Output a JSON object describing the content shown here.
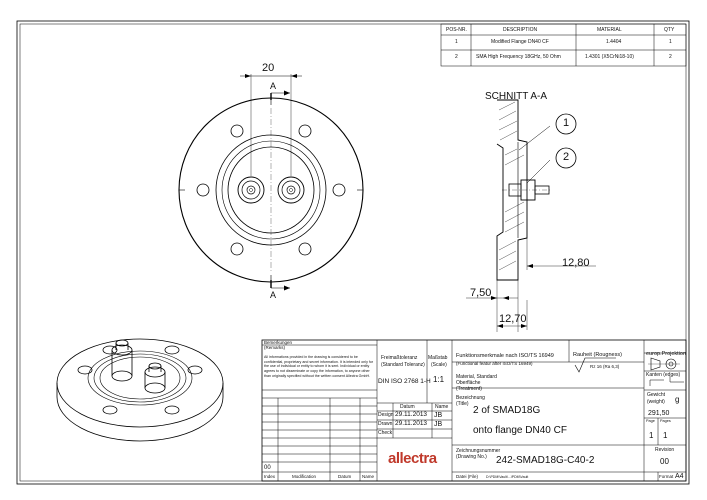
{
  "parts_list": {
    "headers": {
      "pos": "POS-NR.",
      "desc": "DESCRIPTION",
      "material": "MATERIAL",
      "qty": "QTY"
    },
    "rows": [
      {
        "pos": "1",
        "desc": "Modified Flange DN40 CF",
        "material": "1.4404",
        "qty": "1"
      },
      {
        "pos": "2",
        "desc": "SMA High Frequency 18GHz, 50 Ohm",
        "material": "1.4301 (X5CrNi18-10)",
        "qty": "2"
      }
    ]
  },
  "drawing": {
    "section_title": "SCHNITT A-A",
    "section_marker": "A",
    "dim_top": "20",
    "dim_1280": "12,80",
    "dim_750": "7,50",
    "dim_1270": "12,70",
    "balloon_1": "1",
    "balloon_2": "2"
  },
  "title_block": {
    "remarks_label": "Bemerkungen",
    "remarks_label_en": "(Remarks)",
    "disclaimer": "All informations provided in the drawing is considered to be confidential, proprietary and secret information. It is intended only for the use of individual or entity to whom it is sent. Individual or entity agrees to not disseminate or copy the information, to anyone other than originally specified without the written consent Allectra GmbH.",
    "tolerance_label": "Freimaßtoleranz",
    "tolerance_label_en": "(Standard Toleranz)",
    "tolerance_value": "DIN ISO 2768 1-H",
    "scale_label": "Maßstab",
    "scale_label_en": "(Scale)",
    "scale_value": "1:1",
    "function_label": "Funktionsmerkmale nach ISO/TS 16949",
    "function_label_en": "(Functional featur after ISO/TS 16949)",
    "roughness_label": "Rauheit (Rougness)",
    "roughness_value": "Rz 16 (Ra 6,3)",
    "projection_label": "europ.Projektion",
    "material_label": "Material, Standard",
    "surface_label": "Oberfläche",
    "treatment_label": "(Treatment)",
    "edges_label": "Kanten (edges)",
    "weight_label": "Gewicht",
    "weight_label_en": "(weight)",
    "weight_unit": "g",
    "weight_value": "291,50",
    "page_label": "Page",
    "pages_label": "Pages",
    "page_value": "1",
    "pages_value": "1",
    "datum_label": "Datum",
    "name_label": "Name",
    "design_label": "Design",
    "design_date": "29.11.2013",
    "design_name": "JB",
    "drawn_label": "Drawn",
    "drawn_date": "29.11.2013",
    "drawn_name": "JB",
    "check_label": "Check",
    "designation_label": "Bezeichnung",
    "designation_label_en": "(Title)",
    "title_line1": "2 of SMAD18G",
    "title_line2": "onto flange DN40 CF",
    "drawing_number_label": "Zeichnungsnummer",
    "drawing_number_label_en": "(Drawing No.)",
    "drawing_number": "242-SMAD18G-C40-2",
    "revision_label": "Revision",
    "revision_value": "00",
    "file_label": "Datei (File)",
    "file_value": "D:\\PDM\\Vault\\...\\PDM\\Vault",
    "format_label": "Format",
    "format_value": "A4",
    "logo_text": "allectra",
    "rev_index_value": "00",
    "rev_cols": {
      "index": "Index",
      "modification": "Modification",
      "datum": "Datum",
      "name": "Name"
    }
  }
}
